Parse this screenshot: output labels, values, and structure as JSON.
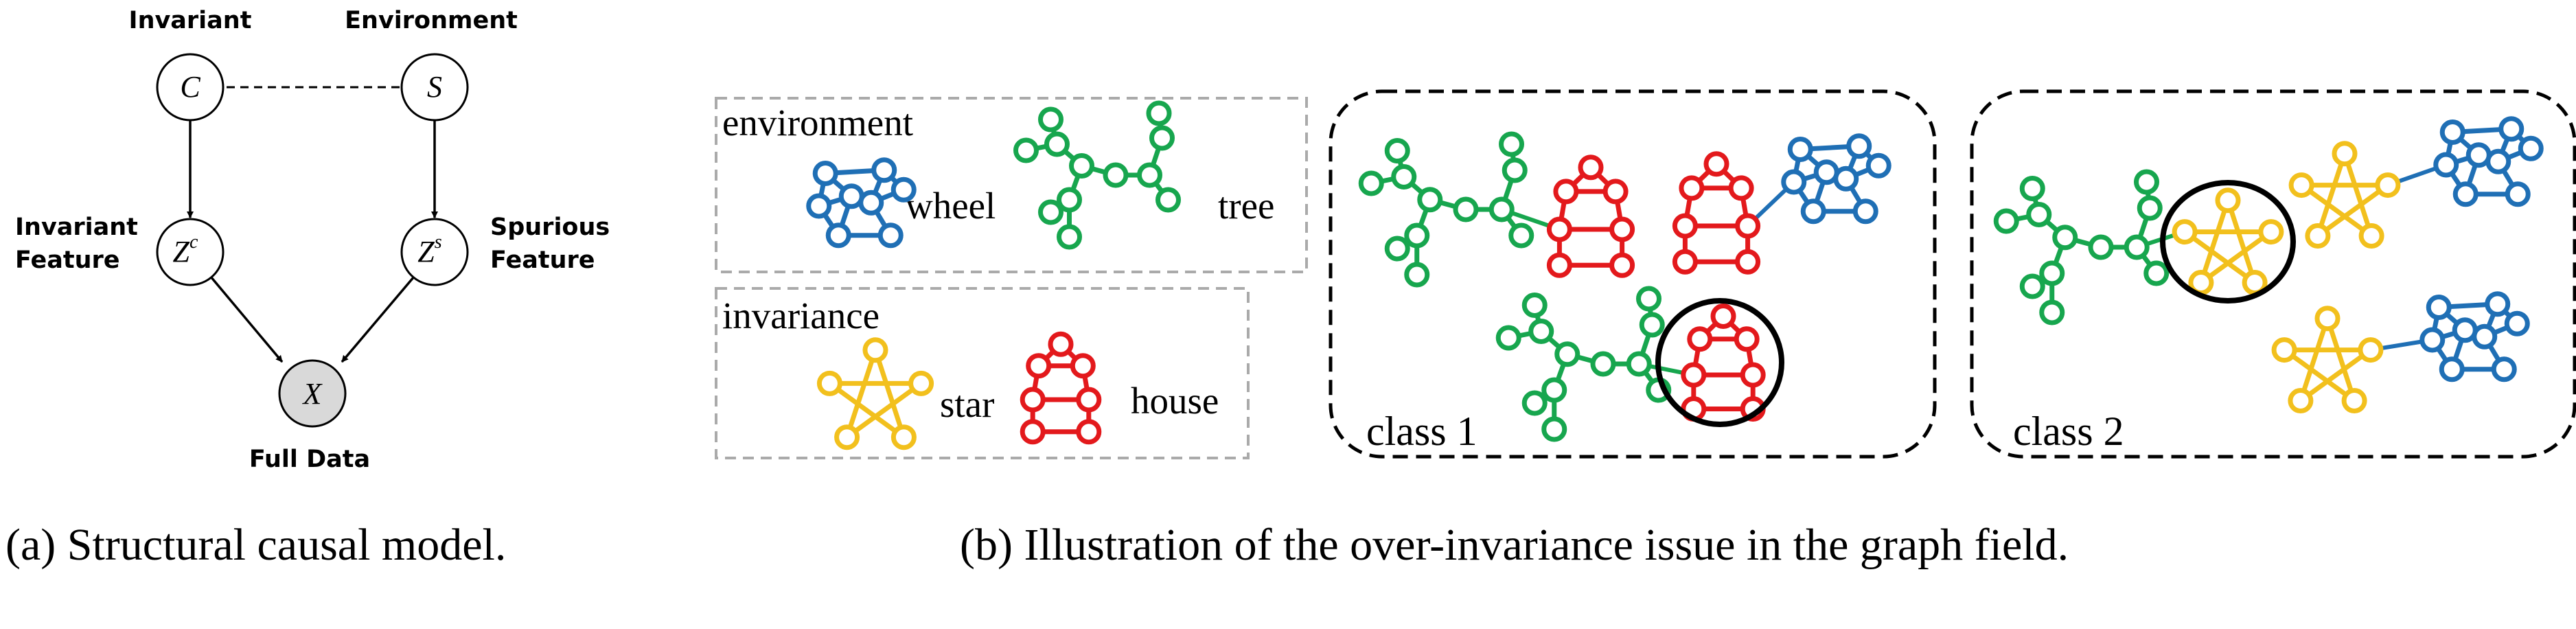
{
  "figure_a": {
    "caption": "(a) Structural causal model.",
    "nodes": {
      "c": {
        "label": "C",
        "sup": ""
      },
      "s": {
        "label": "S",
        "sup": ""
      },
      "zc": {
        "label": "Z",
        "sup": "c"
      },
      "zs": {
        "label": "Z",
        "sup": "s"
      },
      "x": {
        "label": "X",
        "sup": ""
      }
    },
    "labels": {
      "invariant": "Invariant",
      "environment": "Environment",
      "invariant_feature_line1": "Invariant",
      "invariant_feature_line2": "Feature",
      "spurious_feature_line1": "Spurious",
      "spurious_feature_line2": "Feature",
      "full_data": "Full Data"
    }
  },
  "figure_b": {
    "caption": "(b) Illustration of the over-invariance issue in the graph field.",
    "legend_environment": {
      "title": "environment",
      "wheel": "wheel",
      "tree": "tree"
    },
    "legend_invariance": {
      "title": "invariance",
      "star": "star",
      "house": "house"
    },
    "class1": {
      "label": "class 1"
    },
    "class2": {
      "label": "class 2"
    }
  },
  "colors": {
    "wheel": "#1f6fb5",
    "tree": "#17a64e",
    "star": "#f2c01d",
    "house": "#e3191c",
    "node_x_fill": "#d9d9d9",
    "legend_border": "#aaaaaa"
  }
}
